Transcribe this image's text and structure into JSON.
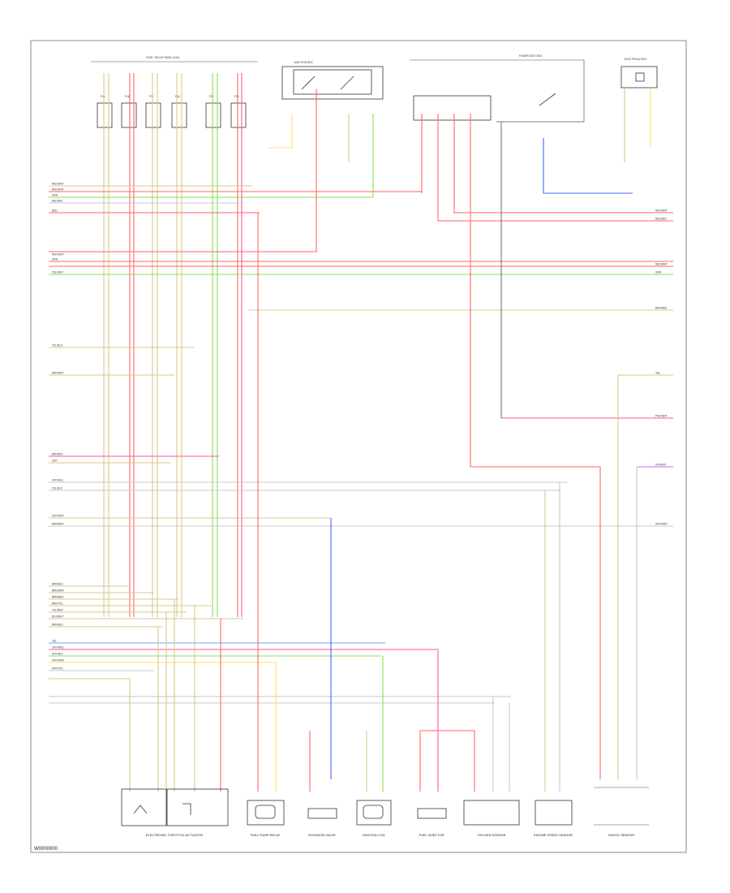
{
  "diagram": {
    "footer_code": "W0000000",
    "headers": {
      "fuse_relay_panel": "FUSE / RELAY PANEL (D43)",
      "junction_box": "JUNCTION BOX",
      "power_dist_box": "POWER DIST. BOX",
      "electrical_box": "ELECTRICAL BOX"
    },
    "components": {
      "throttle": "ELECTRONIC THROTTLE ACTUATOR",
      "fuel_pump": "FUEL PUMP RELAY",
      "solenoid_valve": "SOLENOID VALVE",
      "ignition_coil": "IGNITION COIL",
      "injector": "FUEL INJECTOR",
      "oxygen_sensor": "OXYGEN SENSOR",
      "engine_speed": "ENGINE SPEED SENSOR",
      "knock_sensor": "KNOCK SENSOR"
    },
    "left_wire_labels": [
      "RED/WHT",
      "RED/WHT",
      "GRN",
      "RED/BLK",
      "RED",
      "RED/WHT",
      "GRN",
      "YEL/WHT",
      "YEL/BLU",
      "BRN/WHT",
      "BRN/BLK",
      "GRY",
      "GRY/BLU",
      "YEL/BLK",
      "GRY/WHT",
      "BRN/WHT",
      "BRN/BLU",
      "BRN/GRN",
      "BRN/RED",
      "BRN/YEL",
      "YEL/RED",
      "BLU/WHT",
      "BRN/BLU",
      "YEL",
      "GRY/RED",
      "GRY/BLK",
      "GRY/GRN",
      "GRY/YEL"
    ],
    "right_wire_labels": [
      "RED/WHT",
      "RED/BLK",
      "RED/WHT",
      "GRN",
      "BRN/RED",
      "YEL",
      "PNK/WHT",
      "VIO/WHT",
      "GRY/WHT"
    ],
    "fuse_labels": [
      "F15",
      "F16",
      "F17",
      "F18",
      "F19",
      "F20"
    ]
  }
}
